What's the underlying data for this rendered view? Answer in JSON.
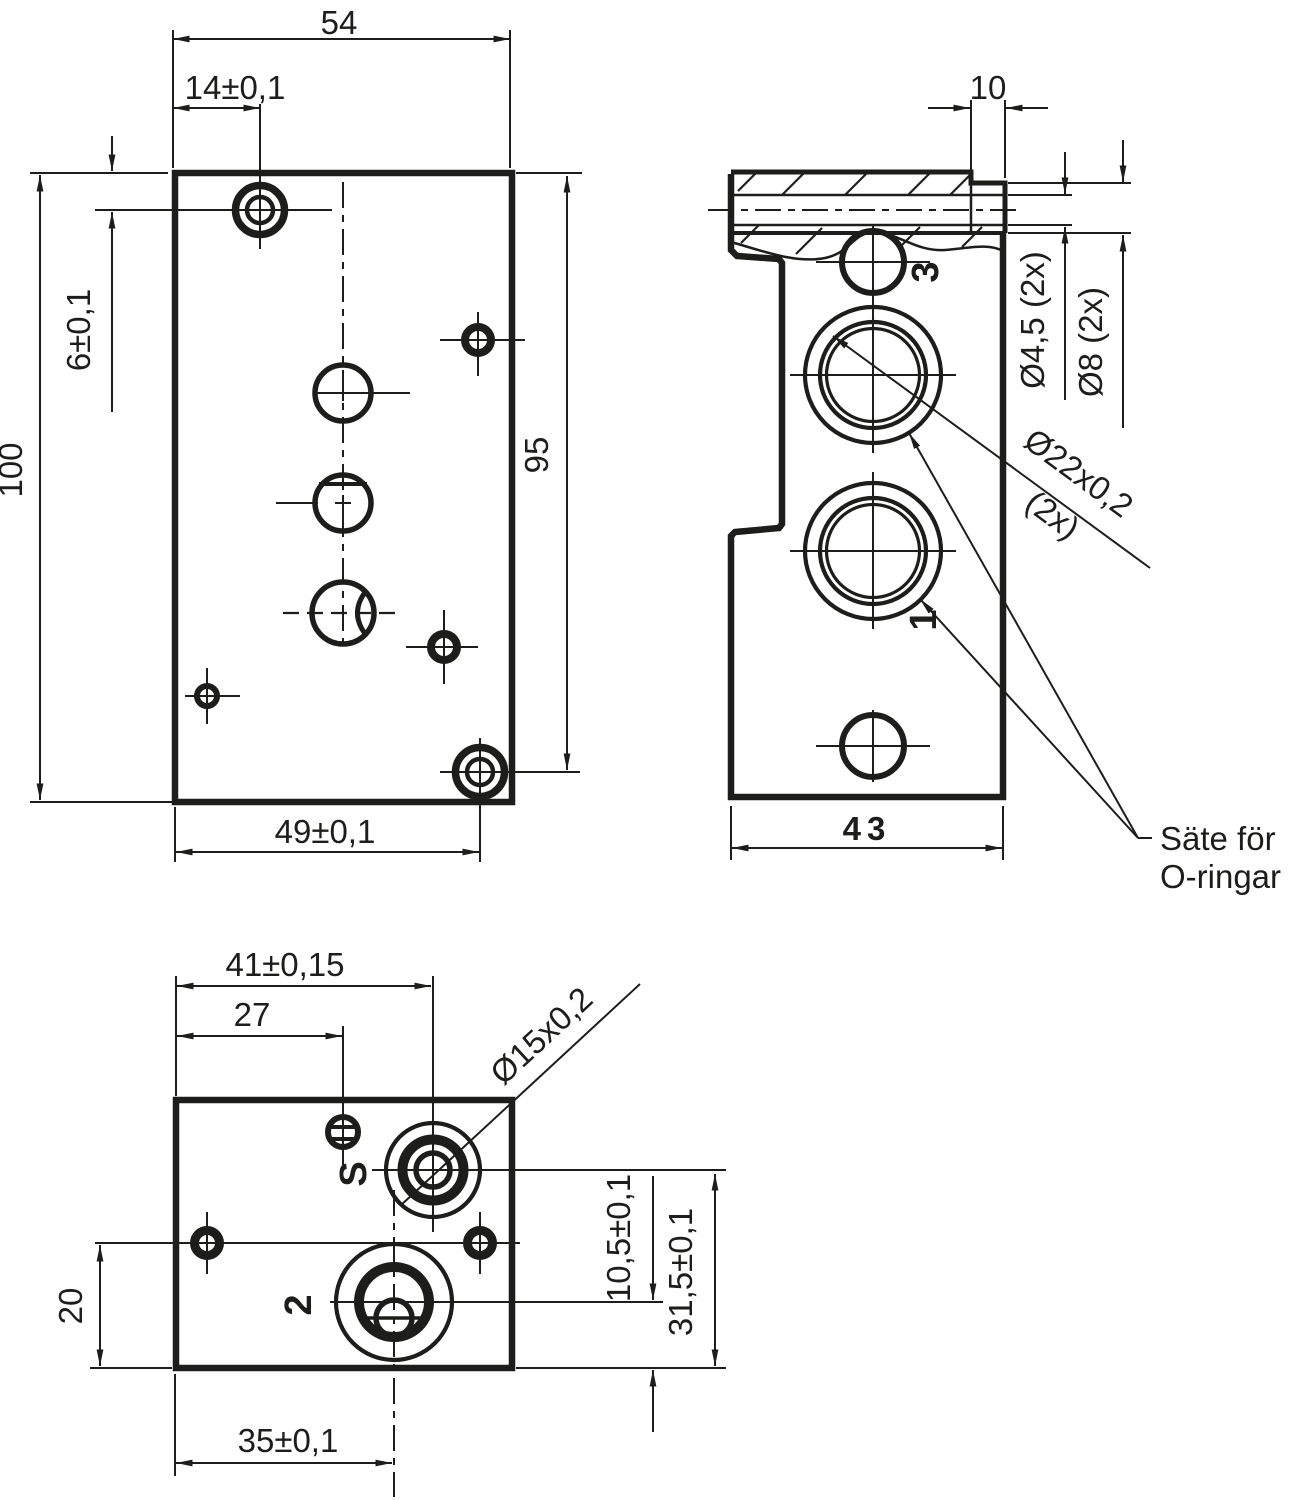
{
  "colors": {
    "ink": "#1d1d1b",
    "background": "#ffffff"
  },
  "front_view": {
    "dim_width_top": "54",
    "dim_hole_x": "14±0,1",
    "dim_hole_y": "6±0,1",
    "dim_height": "100",
    "dim_height_right": "95",
    "dim_width_bottom": "49±0,1"
  },
  "side_view": {
    "dim_boss_width": "10",
    "dim_hole_small": "Ø4,5 (2x)",
    "dim_hole_large": "Ø8 (2x)",
    "dim_oring_seat_line1": "Ø22x0,2",
    "dim_oring_seat_line2": "(2x)",
    "dim_depth": "43",
    "port_top": "3",
    "port_middle": "1",
    "note_line1": "Säte för",
    "note_line2": "O-ringar"
  },
  "bottom_view": {
    "dim_sport_x": "41±0,15",
    "dim_slot_x": "27",
    "dim_seat": "Ø15x0,2",
    "dim_holes_y": "20",
    "dim_port2_y": "10,5±0,1",
    "dim_sport_y": "31,5±0,1",
    "dim_port2_x": "35±0,1",
    "port_s": "S",
    "port_2": "2"
  }
}
